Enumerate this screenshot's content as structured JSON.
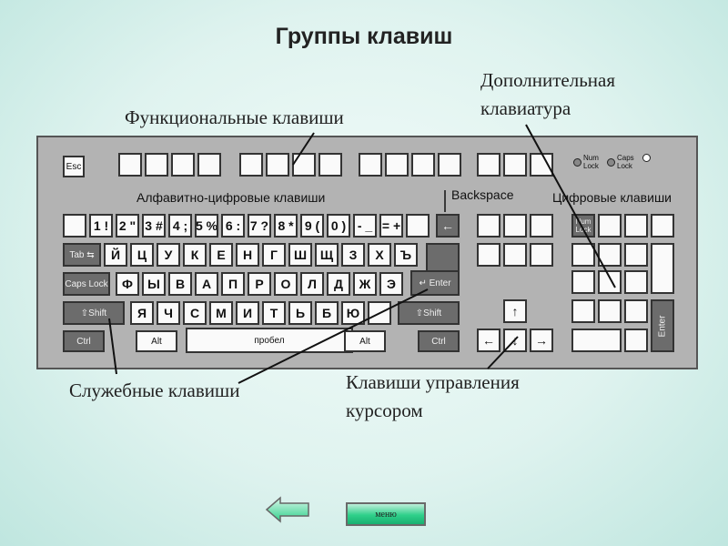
{
  "title": "Группы клавиш",
  "captions": {
    "functional": "Функциональные клавиши",
    "extra_line1": "Дополнительная",
    "extra_line2": "клавиатура",
    "service": "Служебные клавиши",
    "cursor_line1": "Клавиши управления",
    "cursor_line2": "курсором"
  },
  "keyboard_labels": {
    "alnum": "Алфавитно-цифровые клавиши",
    "backspace": "Backspace",
    "numeric": "Цифровые клавиши"
  },
  "leds": {
    "num": "Num Lock",
    "caps": "Caps Lock"
  },
  "keys": {
    "esc": "Esc",
    "digits": [
      "1 !",
      "2 \"",
      "3 #",
      "4 ;",
      "5 %",
      "6 :",
      "7 ?",
      "8 *",
      "9 (",
      "0 )",
      "- _",
      "= +"
    ],
    "backspace_arrow": "←",
    "tab": "Tab ⇆",
    "row_q": [
      "Й",
      "Ц",
      "У",
      "К",
      "Е",
      "Н",
      "Г",
      "Ш",
      "Щ",
      "З",
      "Х",
      "Ъ"
    ],
    "caps": "Caps Lock",
    "row_a": [
      "Ф",
      "Ы",
      "В",
      "А",
      "П",
      "Р",
      "О",
      "Л",
      "Д",
      "Ж",
      "Э"
    ],
    "enter": "↵ Enter",
    "shift_left": "⇧Shift",
    "row_z": [
      "Я",
      "Ч",
      "С",
      "М",
      "И",
      "Т",
      "Ь",
      "Б",
      "Ю"
    ],
    "shift_right": "⇧Shift",
    "ctrl": "Ctrl",
    "alt": "Alt",
    "space": "пробел",
    "num_lock_key": "Num Lock",
    "num_enter": "Enter",
    "arrow_up": "↑",
    "arrow_left": "←",
    "arrow_down": "↓",
    "arrow_right": "→"
  },
  "nav": {
    "menu": "меню"
  }
}
